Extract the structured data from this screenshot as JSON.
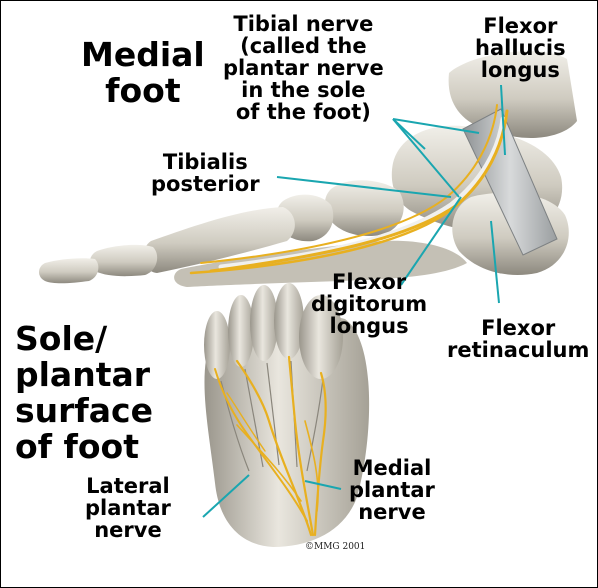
{
  "colors": {
    "background": "#ffffff",
    "bone": "#d7d3c8",
    "nerve": "#e8b020",
    "pointer": "#1aa6b0",
    "retinaculum": "#b8bbbc"
  },
  "titles": {
    "medial_foot": "Medial\nfoot",
    "sole": "Sole/\nplantar\nsurface\nof foot"
  },
  "labels": {
    "tibial_nerve": "Tibial nerve\n(called the\nplantar nerve\nin the sole\nof the foot)",
    "flexor_hallucis_longus": "Flexor\nhallucis\nlongus",
    "tibialis_posterior": "Tibialis\nposterior",
    "flexor_digitorum_longus": "Flexor\ndigitorum\nlongus",
    "flexor_retinaculum": "Flexor\nretinaculum",
    "medial_plantar_nerve": "Medial\nplantar\nnerve",
    "lateral_plantar_nerve": "Lateral\nplantar\nnerve"
  },
  "copyright": "©MMG 2001"
}
